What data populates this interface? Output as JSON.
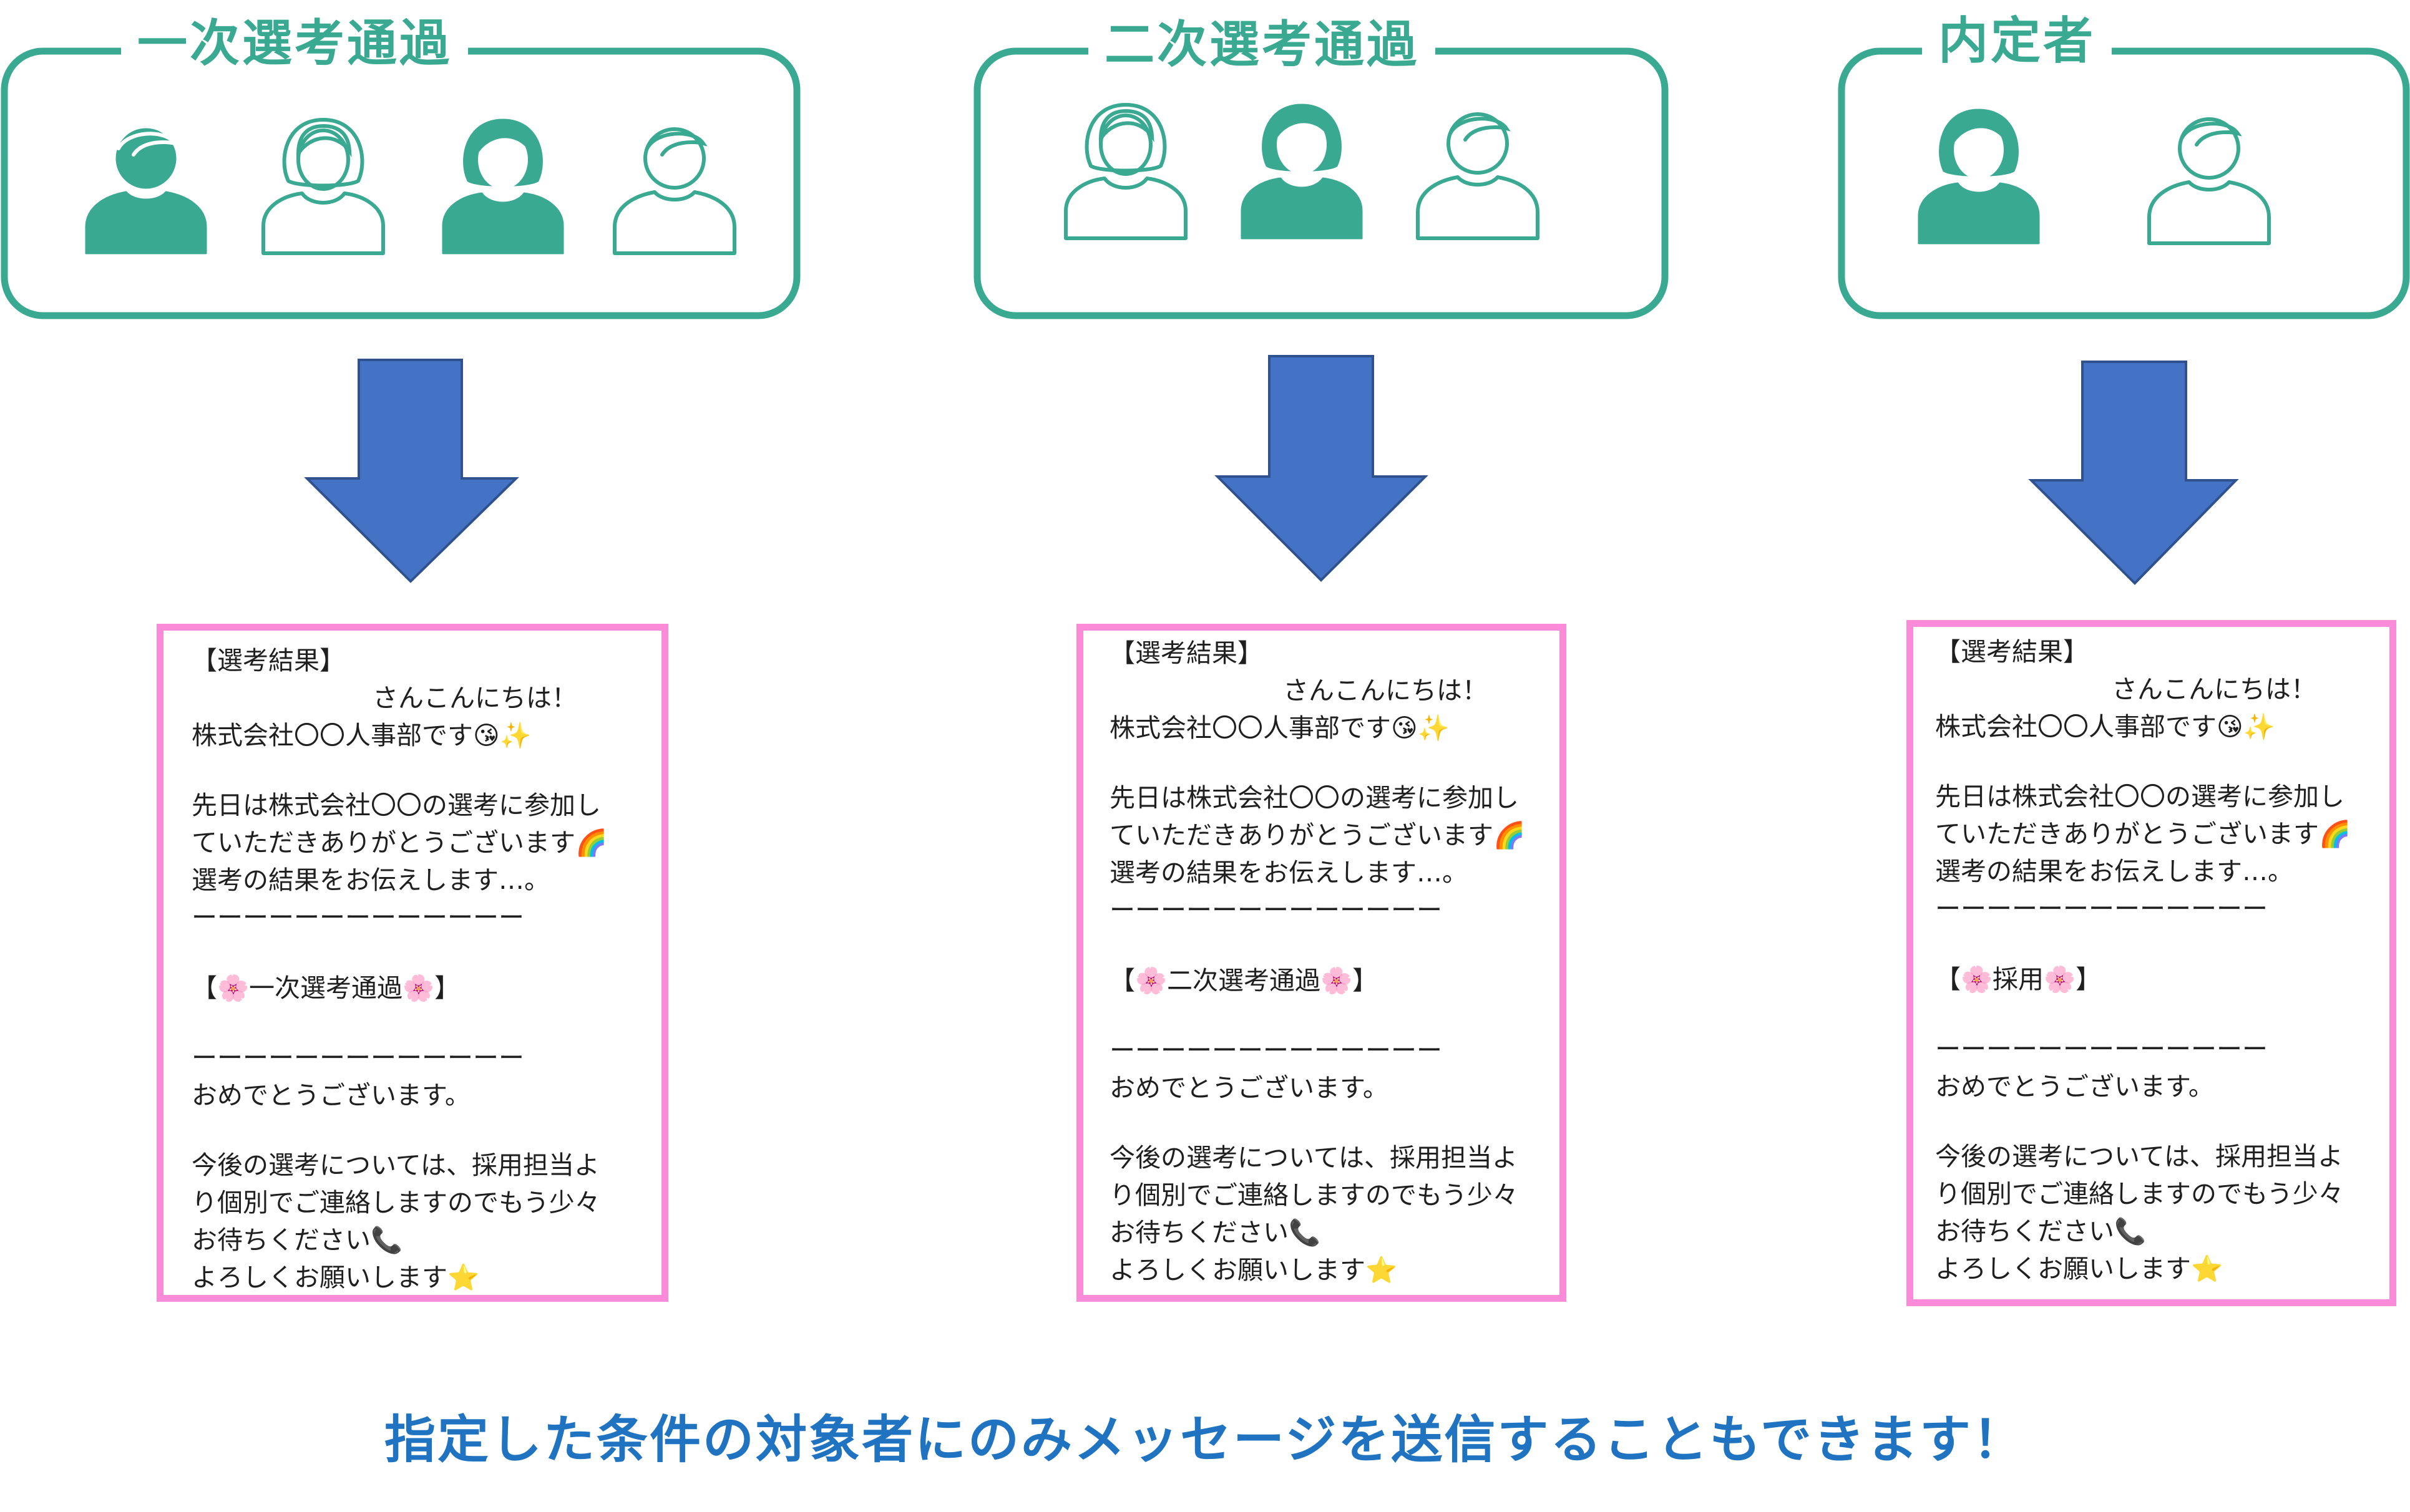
{
  "colors": {
    "teal": "#3aa992",
    "arrow": "#4472c4",
    "arrow_edge": "#2f528f",
    "panel_border": "#fb8ad8",
    "footer_text": "#1f73c0"
  },
  "groups": [
    {
      "title": "一次選考通過",
      "people": [
        {
          "kind": "man",
          "style": "filled",
          "icon": "person-man-icon"
        },
        {
          "kind": "woman",
          "style": "outline",
          "icon": "person-woman-icon"
        },
        {
          "kind": "woman",
          "style": "filled",
          "icon": "person-woman-icon"
        },
        {
          "kind": "man",
          "style": "outline",
          "icon": "person-man-icon"
        }
      ],
      "message": {
        "header": "【選考結果】",
        "greeting": "さんこんにちは！",
        "sender": "株式会社〇〇人事部です😘✨",
        "body1": "先日は株式会社〇〇の選考に参加し\nていただきありがとうございます🌈\n選考の結果をお伝えします…。",
        "separator1": "ーーーーーーーーーーーーー",
        "result": "【🌸一次選考通過🌸】",
        "separator2": "ーーーーーーーーーーーーー",
        "congrats": "おめでとうございます。",
        "body2": "今後の選考については、採用担当よ\nり個別でご連絡しますのでもう少々\nお待ちください📞\nよろしくお願いします⭐"
      }
    },
    {
      "title": "二次選考通過",
      "people": [
        {
          "kind": "woman",
          "style": "outline",
          "icon": "person-woman-icon"
        },
        {
          "kind": "woman",
          "style": "filled",
          "icon": "person-woman-icon"
        },
        {
          "kind": "man",
          "style": "outline",
          "icon": "person-man-icon"
        }
      ],
      "message": {
        "header": "【選考結果】",
        "greeting": "さんこんにちは！",
        "sender": "株式会社〇〇人事部です😘✨",
        "body1": "先日は株式会社〇〇の選考に参加し\nていただきありがとうございます🌈\n選考の結果をお伝えします…。",
        "separator1": "ーーーーーーーーーーーーー",
        "result": "【🌸二次選考通過🌸】",
        "separator2": "ーーーーーーーーーーーーー",
        "congrats": "おめでとうございます。",
        "body2": "今後の選考については、採用担当よ\nり個別でご連絡しますのでもう少々\nお待ちください📞\nよろしくお願いします⭐"
      }
    },
    {
      "title": "内定者",
      "people": [
        {
          "kind": "woman",
          "style": "filled",
          "icon": "person-woman-icon"
        },
        {
          "kind": "man",
          "style": "outline",
          "icon": "person-man-icon"
        }
      ],
      "message": {
        "header": "【選考結果】",
        "greeting": "さんこんにちは！",
        "sender": "株式会社〇〇人事部です😘✨",
        "body1": "先日は株式会社〇〇の選考に参加し\nていただきありがとうございます🌈\n選考の結果をお伝えします…。",
        "separator1": "ーーーーーーーーーーーーー",
        "result": "【🌸採用🌸】",
        "separator2": "ーーーーーーーーーーーーー",
        "congrats": "おめでとうございます。",
        "body2": "今後の選考については、採用担当よ\nり個別でご連絡しますのでもう少々\nお待ちください📞\nよろしくお願いします⭐"
      }
    }
  ],
  "footer": "指定した条件の対象者にのみメッセージを送信することもできます！"
}
